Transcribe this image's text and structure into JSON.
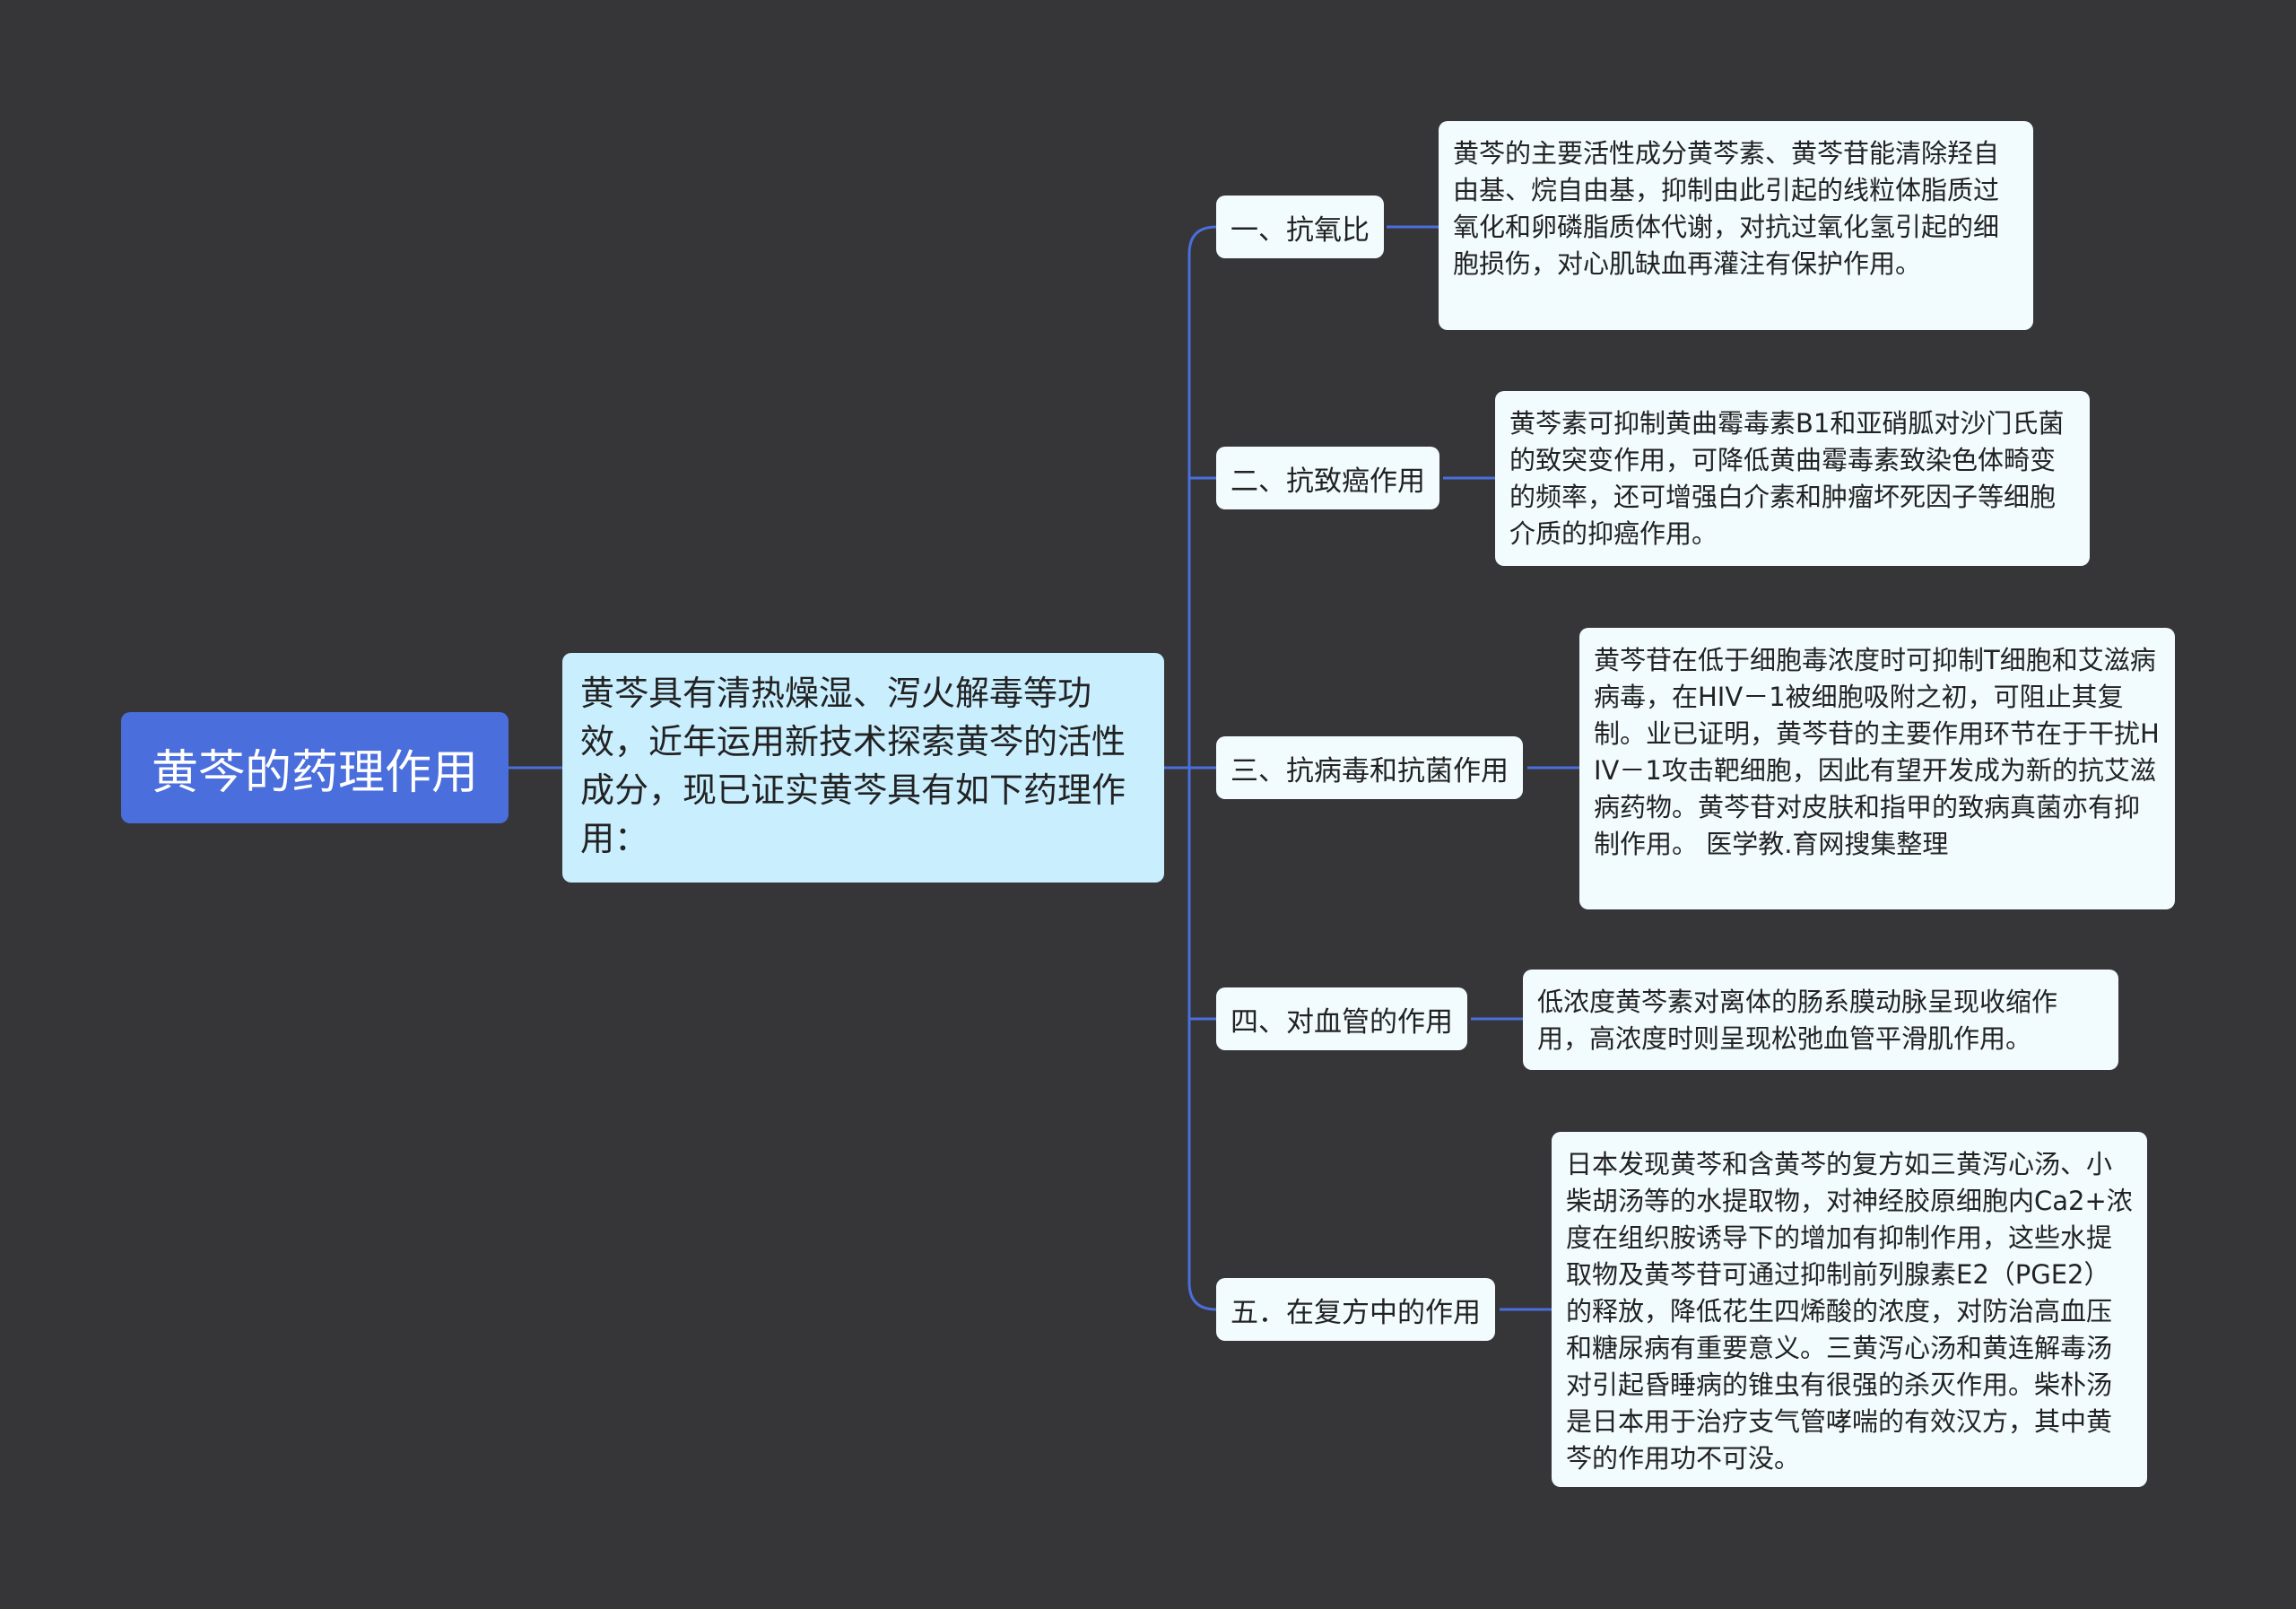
{
  "root": {
    "label": "黄芩的药理作用"
  },
  "center": {
    "text": "黄芩具有清热燥湿、泻火解毒等功效，近年运用新技术探索黄芩的活性成分，现已证实黄芩具有如下药理作用："
  },
  "branches": [
    {
      "label": "一、抗氧比",
      "detail": "黄芩的主要活性成分黄芩素、黄芩苷能清除羟自由基、烷自由基，抑制由此引起的线粒体脂质过氧化和卵磷脂质体代谢，对抗过氧化氢引起的细胞损伤，对心肌缺血再灌注有保护作用。"
    },
    {
      "label": "二、抗致癌作用",
      "detail": "黄芩素可抑制黄曲霉毒素B1和亚硝胍对沙门氏菌的致突变作用，可降低黄曲霉毒素致染色体畸变的频率，还可增强白介素和肿瘤坏死因子等细胞介质的抑癌作用。"
    },
    {
      "label": "三、抗病毒和抗菌作用",
      "detail": "黄芩苷在低于细胞毒浓度时可抑制T细胞和艾滋病病毒，在HIV－1被细胞吸附之初，可阻止其复制。业已证明，黄芩苷的主要作用环节在于干扰HIV－1攻击靶细胞，因此有望开发成为新的抗艾滋病药物。黄芩苷对皮肤和指甲的致病真菌亦有抑制作用。 医学教.育网搜集整理"
    },
    {
      "label": "四、对血管的作用",
      "detail": "低浓度黄芩素对离体的肠系膜动脉呈现收缩作用，高浓度时则呈现松弛血管平滑肌作用。"
    },
    {
      "label": "五．在复方中的作用",
      "detail": "日本发现黄芩和含黄芩的复方如三黄泻心汤、小柴胡汤等的水提取物，对神经胶原细胞内Ca2+浓度在组织胺诱导下的增加有抑制作用，这些水提取物及黄芩苷可通过抑制前列腺素E2（PGE2）的释放，降低花生四烯酸的浓度，对防治高血压和糖尿病有重要意义。三黄泻心汤和黄连解毒汤对引起昏睡病的锥虫有很强的杀灭作用。柴朴汤是日本用于治疗支气管哮喘的有效汉方，其中黄芩的作用功不可没。"
    }
  ],
  "colors": {
    "background": "#363537",
    "root": "#4a6edc",
    "center": "#c9efff",
    "node": "#f2fcff",
    "connector": "#4a6edc"
  }
}
